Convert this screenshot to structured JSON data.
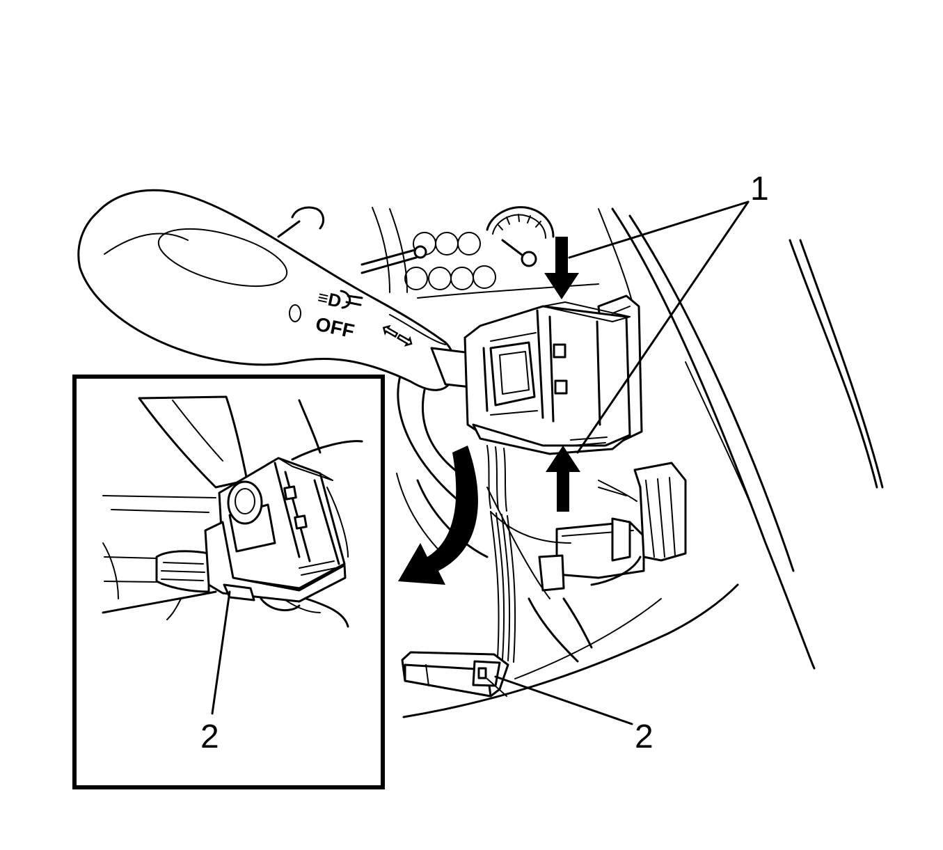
{
  "callouts": {
    "main_1": "1",
    "main_2": "2",
    "inset_2": "2"
  },
  "stalk_markings": {
    "fog_symbol": "≡D",
    "off_label": "OFF",
    "turn_symbol": "⇦⇨"
  },
  "colors": {
    "ink": "#000000",
    "paper": "#ffffff"
  }
}
